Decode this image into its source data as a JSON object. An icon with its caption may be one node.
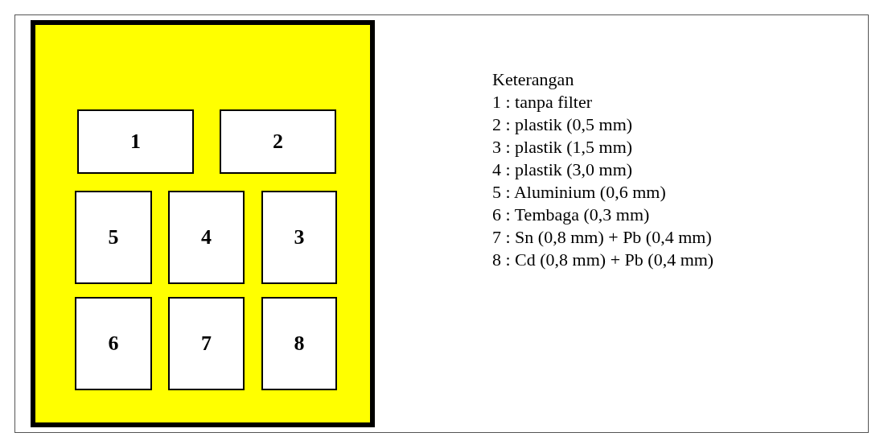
{
  "diagram": {
    "nodes": [
      {
        "text": [],
        "shape": "box"
      },
      {
        "text": [
          "1"
        ],
        "in": 0
      },
      {
        "text": [
          "2"
        ],
        "in": 0
      },
      {
        "text": [
          "5"
        ],
        "in": 0
      },
      {
        "text": [
          "4"
        ],
        "in": 0
      },
      {
        "text": [
          "3"
        ],
        "in": 0
      },
      {
        "text": [
          "6"
        ],
        "in": 0
      },
      {
        "text": [
          "7"
        ],
        "in": 0
      },
      {
        "text": [
          "8"
        ],
        "in": 0
      }
    ],
    "labels": [
      "Keterangan",
      "1 : tanpa filter",
      "2 : plastik (0,5 mm)",
      "3 : plastik (1,5 mm)",
      "4 : plastik (3,0 mm)",
      "5 : Aluminium (0,6 mm)",
      "6 : Tembaga (0,3 mm)",
      "7 : Sn (0,8 mm) + Pb (0,4 mm)",
      "8 : Cd (0,8 mm) + Pb (0,4 mm)"
    ]
  }
}
